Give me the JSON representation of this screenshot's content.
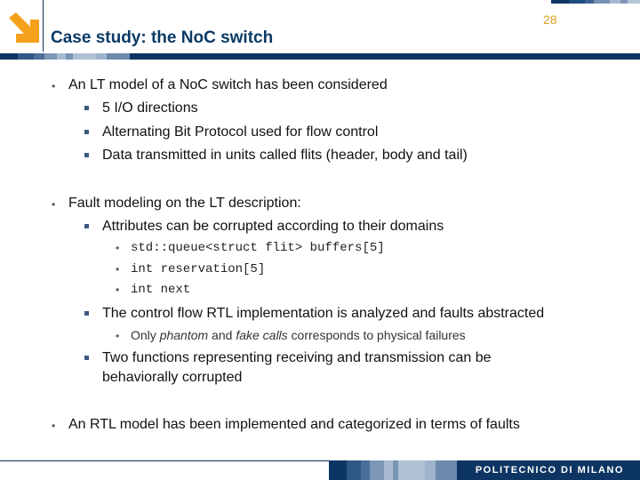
{
  "header": {
    "title": "Case study: the NoC switch",
    "page_number": "28",
    "logo_icon": "orange-arrow-down-right-icon"
  },
  "colors": {
    "brand_navy": "#0d3563",
    "title_blue": "#0b3a66",
    "accent_orange": "#f5a01a",
    "page_number": "#e0a020"
  },
  "body": {
    "b1": {
      "text": "An LT model of a NoC switch has been considered",
      "items": [
        "5 I/O directions",
        "Alternating Bit Protocol used for flow control",
        "Data transmitted in units called flits (header, body and tail)"
      ]
    },
    "b2": {
      "text": "Fault  modeling on the LT description:",
      "s1": {
        "text": "Attributes can be corrupted according to their domains",
        "code": [
          "std::queue<struct flit> buffers[5]",
          "int reservation[5]",
          "int next"
        ]
      },
      "s2": {
        "text": "The control flow RTL implementation is analyzed and faults abstracted",
        "sub": {
          "pre": "Only ",
          "em1": "phantom",
          "mid": " and ",
          "em2": "fake calls",
          "post": " corresponds to physical failures"
        }
      },
      "s3": {
        "line1": "Two functions representing receiving and transmission can be",
        "line2": "behaviorally corrupted"
      }
    },
    "b3": {
      "text": "An RTL model has been implemented and categorized in terms of faults"
    }
  },
  "footer": {
    "brand": "POLITECNICO DI MILANO"
  }
}
